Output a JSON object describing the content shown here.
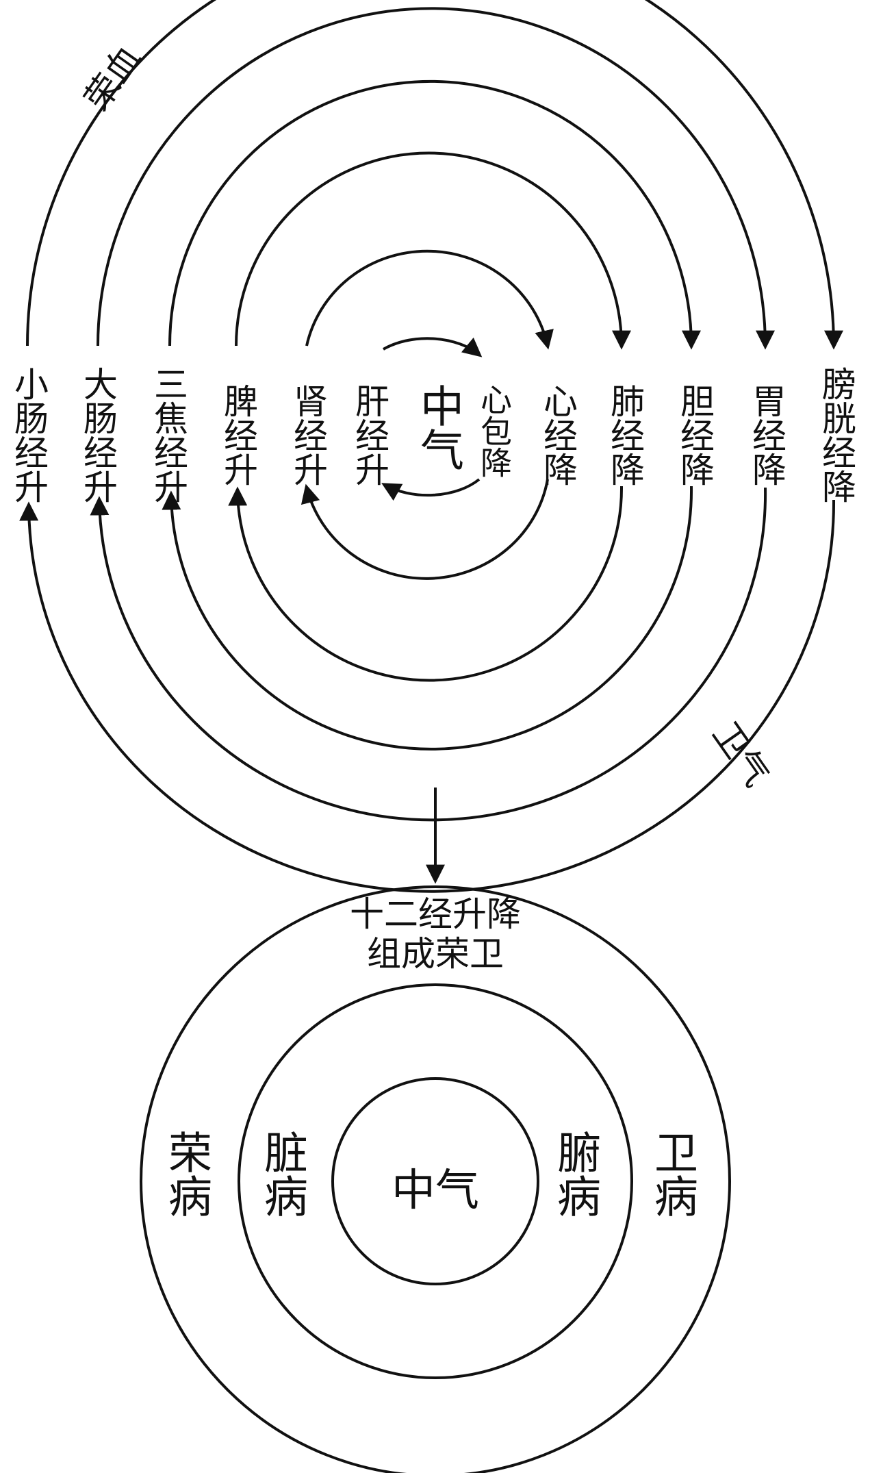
{
  "top": {
    "center_label": "中气",
    "rise_labels": [
      "小肠经升",
      "大肠经升",
      "三焦经升",
      "脾经升",
      "肾经升",
      "肝经升"
    ],
    "descend_labels": [
      "心包降",
      "心经降",
      "肺经降",
      "胆经降",
      "胃经降",
      "膀胱经降"
    ],
    "outer_left_label": "荣血",
    "outer_right_label": "卫气"
  },
  "bottom": {
    "title_line1": "十二经升降",
    "title_line2": "组成荣卫",
    "center_label": "中气",
    "left_outer": "荣病",
    "left_inner": "脏病",
    "right_inner": "腑病",
    "right_outer": "卫病"
  }
}
